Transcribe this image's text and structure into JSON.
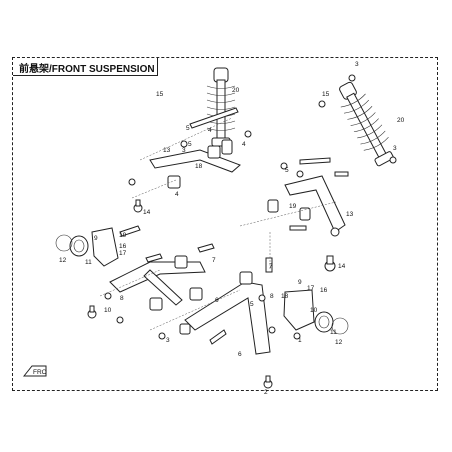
{
  "title": "前悬架/FRONT SUSPENSION",
  "front_badge": "FRO",
  "callouts": [
    "20",
    "20",
    "15",
    "15",
    "3",
    "3",
    "13",
    "13",
    "14",
    "14",
    "16",
    "16",
    "17",
    "17",
    "18",
    "18",
    "19",
    "19",
    "12",
    "12",
    "11",
    "11",
    "10",
    "10",
    "9",
    "9",
    "8",
    "8",
    "7",
    "7",
    "6",
    "5",
    "4",
    "2",
    "1",
    "3",
    "5",
    "5",
    "4",
    "4",
    "6",
    "5",
    "3"
  ]
}
